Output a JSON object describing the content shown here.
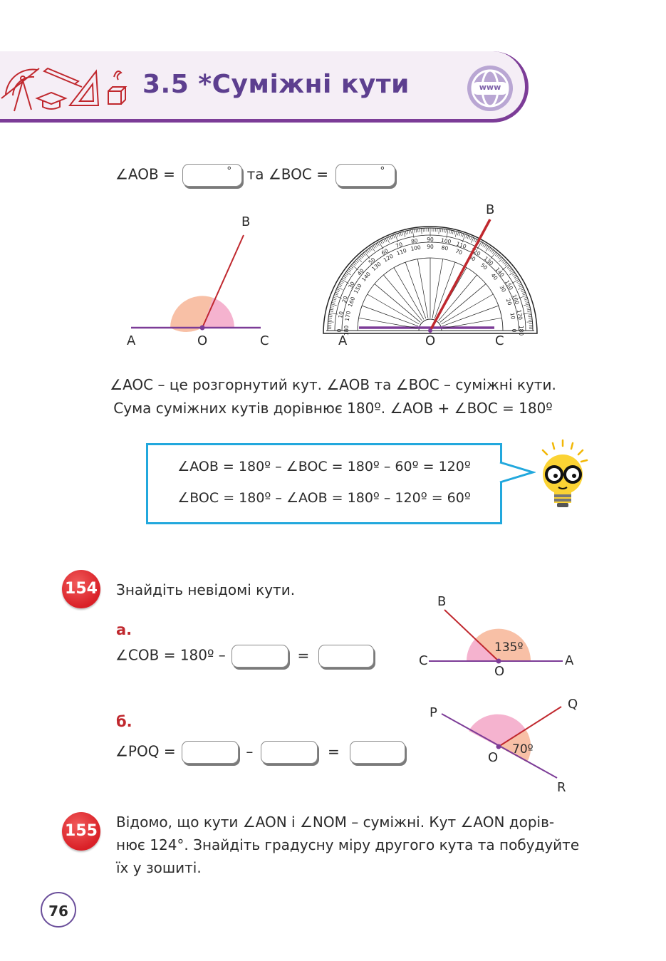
{
  "header": {
    "section_title": "3.5 *Суміжні кути",
    "web_icon_label": "www",
    "decor_icons": [
      "protractor-icon",
      "compass-icon",
      "pencil-icon",
      "triangle-ruler-icon",
      "graduation-cap-icon",
      "cube-icon"
    ]
  },
  "intro": {
    "aob_label": "∠AOB =",
    "deg": "°",
    "and_label": "та ∠BOC ="
  },
  "figure1": {
    "a": "A",
    "o": "O",
    "c": "C",
    "b": "B"
  },
  "figure2": {
    "a": "A",
    "o": "O",
    "c": "C",
    "b": "B",
    "outer_ticks": [
      "0",
      "10",
      "20",
      "30",
      "40",
      "50",
      "60",
      "70",
      "80",
      "90",
      "100",
      "110",
      "120",
      "130",
      "140",
      "150",
      "160",
      "170",
      "180"
    ],
    "inner_ticks": [
      "180",
      "170",
      "160",
      "150",
      "140",
      "130",
      "120",
      "110",
      "100",
      "90",
      "80",
      "70",
      "60",
      "50",
      "40",
      "30",
      "20",
      "10",
      "0"
    ]
  },
  "rule": {
    "line1": "∠AOC – це розгорнутий кут. ∠AOB та ∠BOC – суміжні кути.",
    "line2": "Сума суміжних кутів дорівнює 180º. ∠AOB + ∠BOC = 180º"
  },
  "info_box": {
    "line1": "∠AOB = 180º – ∠BOC = 180º – 60º = 120º",
    "line2": "∠BOC = 180º – ∠AOB = 180º – 120º = 60º"
  },
  "task154": {
    "number": "154",
    "prompt": "Знайдіть невідомі кути.",
    "part_a": {
      "label": "а.",
      "expr": "∠COB = 180º –",
      "eq": "="
    },
    "part_b": {
      "label": "б.",
      "expr": "∠POQ =",
      "minus": "–",
      "eq": "="
    },
    "figure_a": {
      "b": "B",
      "c": "C",
      "o": "O",
      "a": "A",
      "angle": "135º"
    },
    "figure_b": {
      "p": "P",
      "q": "Q",
      "o": "O",
      "r": "R",
      "angle": "70º"
    }
  },
  "task155": {
    "number": "155",
    "line1": "Відомо, що кути ∠AON і ∠NOM – суміжні.  Кут ∠AON дорів-",
    "line2": "нює 124°. Знайдіть градусну міру другого кута та побудуйте",
    "line3": "їх у зошиті."
  },
  "page_number": "76",
  "colors": {
    "purple": "#7c3c97",
    "title": "#5d3f8f",
    "red": "#c0282e",
    "blue": "#22a8dd",
    "peach": "#f8c0a6",
    "pink": "#f5b3cf"
  }
}
